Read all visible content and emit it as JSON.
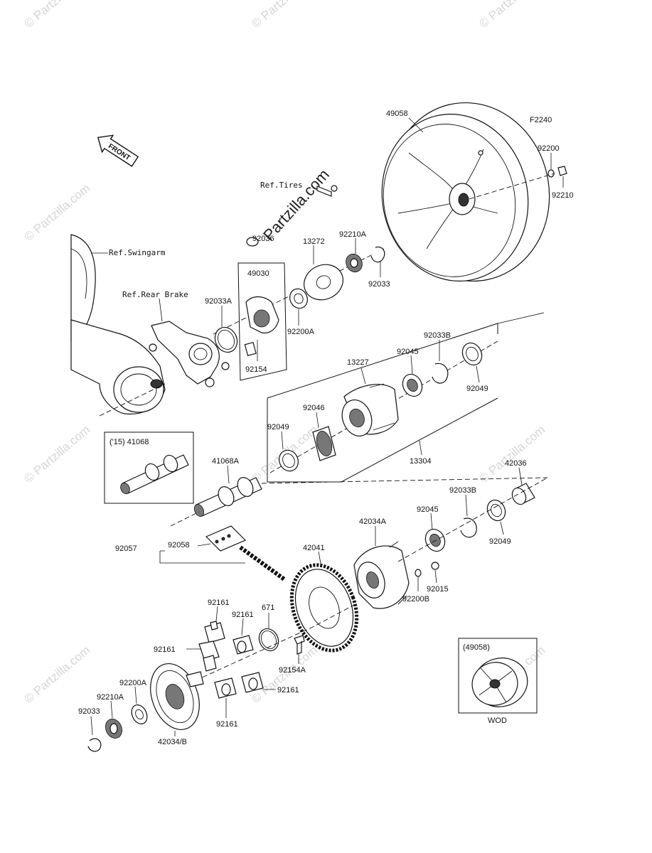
{
  "figure_code": "F2240",
  "front_label": "FRONT",
  "references": {
    "swingarm": "Ref.Swingarm",
    "rear_brake": "Ref.Rear Brake",
    "tires": "Ref.Tires"
  },
  "part_labels": {
    "p49058": "49058",
    "p92200_top": "92200",
    "p92210_top": "92210",
    "p92036": "92036",
    "p13272": "13272",
    "p92210A_top": "92210A",
    "p49030": "49030",
    "p92033_top": "92033",
    "p92033A": "92033A",
    "p92200A_top": "92200A",
    "p92154": "92154",
    "p92033B_top": "92033B",
    "p92045_top": "92045",
    "p13227": "13227",
    "p92049_right": "92049",
    "p92046": "92046",
    "p92049_left": "92049",
    "p13304": "13304",
    "p41068_15": "('15) 41068",
    "p41068A": "41068A",
    "p42036": "42036",
    "p92033B_mid": "92033B",
    "p92045_mid": "92045",
    "p42034A": "42034A",
    "p92049_mid": "92049",
    "p92057": "92057",
    "p92058": "92058",
    "p42041": "42041",
    "p92015": "92015",
    "p92200B": "92200B",
    "p92161_a": "92161",
    "p92161_b": "92161",
    "p671": "671",
    "p92161_c": "92161",
    "p92154A": "92154A",
    "p92200A_bot": "92200A",
    "p92210A_bot": "92210A",
    "p92033_bot": "92033",
    "p92161_d": "92161",
    "p92161_e": "92161",
    "p42034B": "42034/B",
    "inset_code": "(49058)",
    "inset_caption": "WOD"
  },
  "watermarks": {
    "site": "© Partzilla.com",
    "center": "Partzilla.com"
  }
}
